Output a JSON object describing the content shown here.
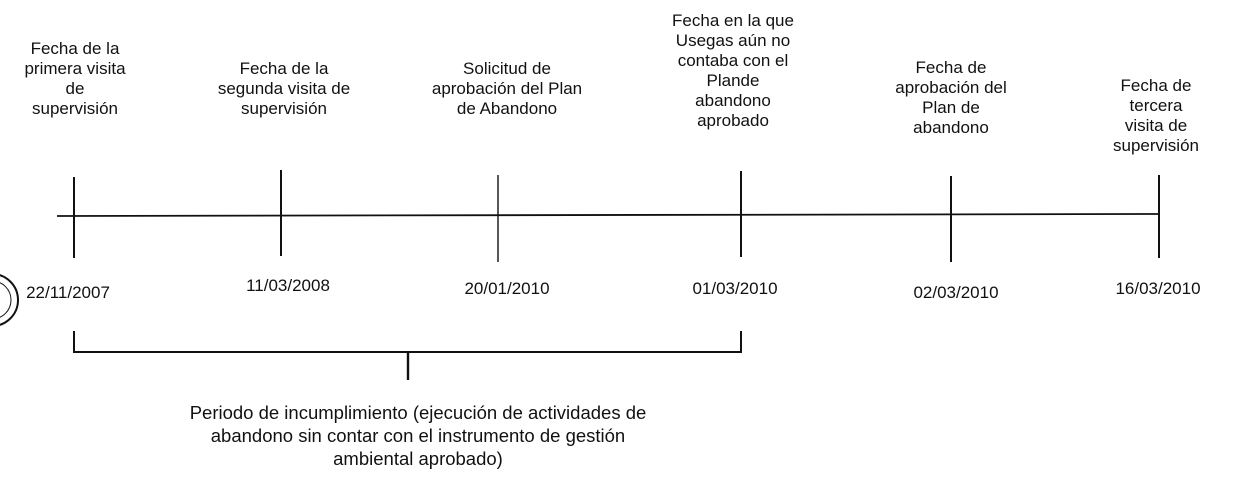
{
  "events": [
    {
      "label": "Fecha de la\nprimera visita\nde\nsupervisión",
      "date": "22/11/2007"
    },
    {
      "label": "Fecha de la\nsegunda visita de\nsupervisión",
      "date": "11/03/2008"
    },
    {
      "label": "Solicitud de\naprobación del Plan\nde Abandono",
      "date": "20/01/2010"
    },
    {
      "label": "Fecha en la que\nUsegas aún no\ncontaba con el\nPlande\nabandono\naprobado",
      "date": "01/03/2010"
    },
    {
      "label": "Fecha de\naprobación del\nPlan de\nabandono",
      "date": "02/03/2010"
    },
    {
      "label": "Fecha de tercera\nvisita de\nsupervisión",
      "date": "16/03/2010"
    }
  ],
  "period": {
    "label": "Periodo de incumplimiento (ejecución de actividades de\nabandono sin contar con el instrumento de gestión\nambiental aprobado)"
  },
  "colors": {
    "ink": "#111111",
    "background": "#ffffff"
  }
}
